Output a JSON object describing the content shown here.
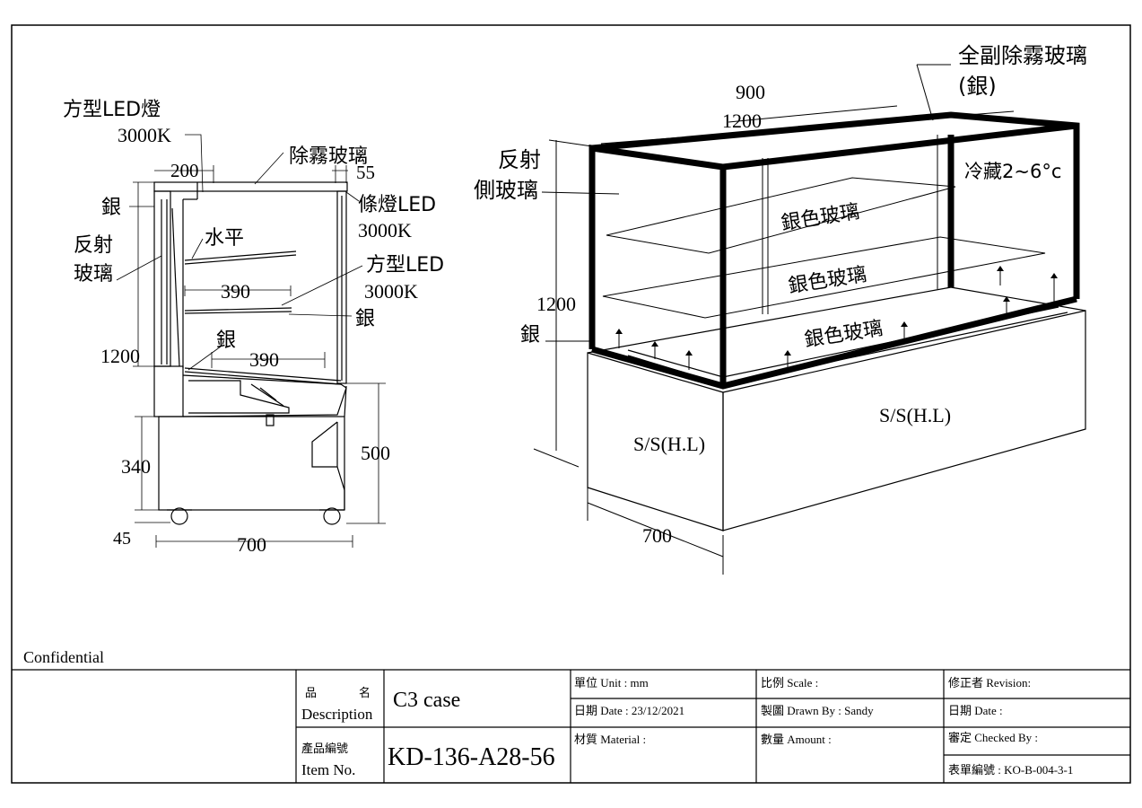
{
  "side_view": {
    "led_square_top": "方型LED燈",
    "led_square_top_k": "3000K",
    "dim_200": "200",
    "defog_glass": "除霧玻璃",
    "dim_55": "55",
    "silver_top": "銀",
    "strip_led": "條燈LED",
    "strip_led_k": "3000K",
    "reflect_1": "反射",
    "reflect_2": "玻璃",
    "level": "水平",
    "led_square_mid": "方型LED",
    "led_square_mid_k": "3000K",
    "dim_390_upper": "390",
    "silver_mid": "銀",
    "dim_1200": "1200",
    "silver_low": "銀",
    "dim_390_lower": "390",
    "dim_340": "340",
    "dim_500": "500",
    "dim_45": "45",
    "dim_700": "700"
  },
  "iso_view": {
    "full_defog_1": "全副除霧玻璃",
    "full_defog_2": "(銀)",
    "dim_900": "900",
    "dim_1200_top": "1200",
    "reflect_side_1": "反射",
    "reflect_side_2": "側玻璃",
    "cold_temp": "冷藏2~6°c",
    "silver_glass_1": "銀色玻璃",
    "silver_glass_2": "銀色玻璃",
    "silver_glass_3": "銀色玻璃",
    "dim_1200_side": "1200",
    "silver_label": "銀",
    "ss_front": "S/S(H.L)",
    "ss_side": "S/S(H.L)",
    "dim_700": "700"
  },
  "confidential": "Confidential",
  "title_block": {
    "name_cjk_1": "品",
    "name_cjk_2": "名",
    "description_label": "Description",
    "description_value": "C3 case",
    "item_cjk": "產品編號",
    "item_label": "Item No.",
    "item_value": "KD-136-A28-56",
    "unit": "單位 Unit : mm",
    "date": "日期 Date : 23/12/2021",
    "material": "材質 Material :",
    "scale": "比例 Scale :",
    "drawn_by": "製圖 Drawn By : Sandy",
    "amount": "數量 Amount :",
    "revision": "修正者 Revision:",
    "rev_date": "日期 Date :",
    "checked_by": "審定 Checked By :",
    "form_no": "表單編號 : KO-B-004-3-1"
  }
}
